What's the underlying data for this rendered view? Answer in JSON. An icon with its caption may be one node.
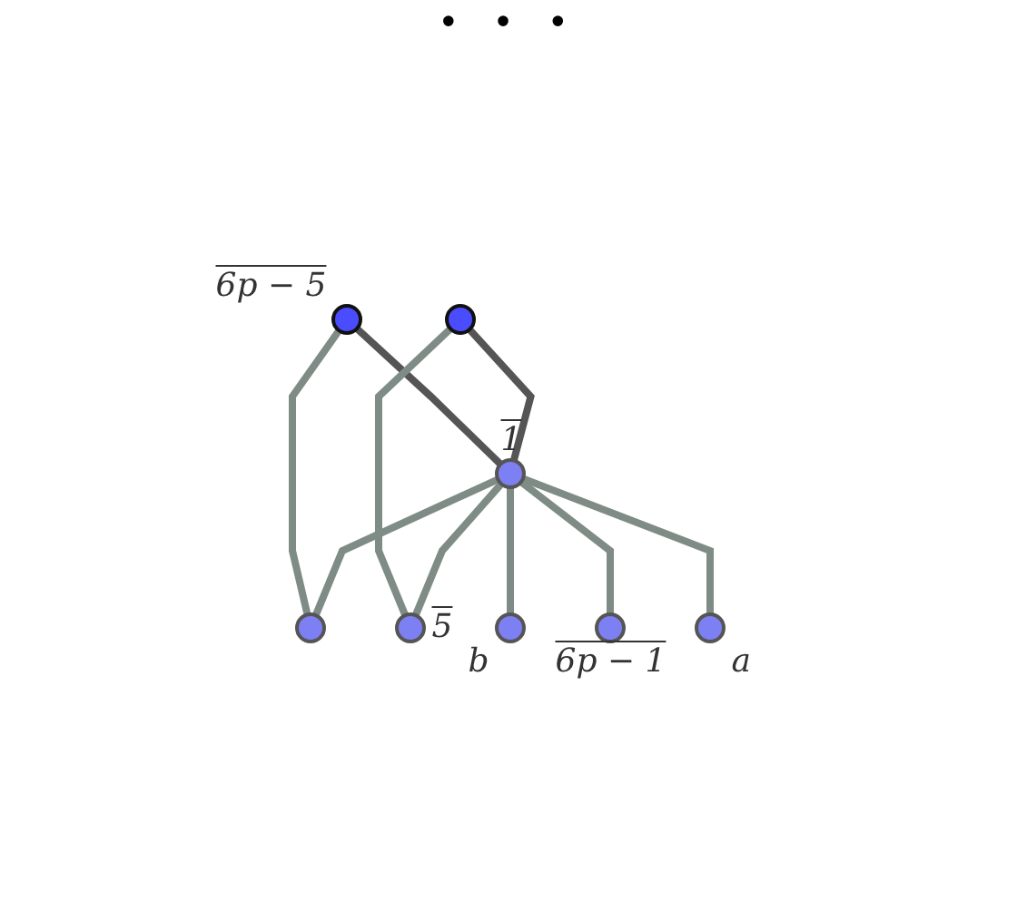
{
  "diagram": {
    "nodes": [
      {
        "text": [],
        "shape": "circle",
        "beside": [
          "6p − 5"
        ]
      },
      {
        "text": [],
        "shape": "circle"
      },
      {
        "text": [],
        "shape": "circle",
        "beside": [
          "1"
        ]
      },
      {
        "text": [],
        "shape": "circle"
      },
      {
        "text": [],
        "shape": "circle",
        "beside": [
          "5"
        ]
      },
      {
        "text": [],
        "shape": "circle",
        "beside": [
          "b"
        ]
      },
      {
        "text": [],
        "shape": "circle",
        "beside": [
          "a"
        ]
      },
      {
        "text": [],
        "shape": "circle",
        "beside": [
          "6p − 1"
        ]
      }
    ],
    "edges": [
      {
        "from": 0,
        "to": 3,
        "arrow": "none"
      },
      {
        "from": 0,
        "to": 2,
        "arrow": "none",
        "color": "#555555"
      },
      {
        "from": 1,
        "to": 2,
        "arrow": "none",
        "color": "#555555"
      },
      {
        "from": 1,
        "to": 4,
        "arrow": "none"
      },
      {
        "from": 2,
        "to": 3,
        "arrow": "none"
      },
      {
        "from": 2,
        "to": 4,
        "arrow": "none"
      },
      {
        "from": 2,
        "to": 5,
        "arrow": "none"
      },
      {
        "from": 2,
        "to": 7,
        "arrow": "none"
      },
      {
        "from": 2,
        "to": 6,
        "arrow": "none"
      }
    ],
    "labels": [
      "• • •"
    ]
  }
}
